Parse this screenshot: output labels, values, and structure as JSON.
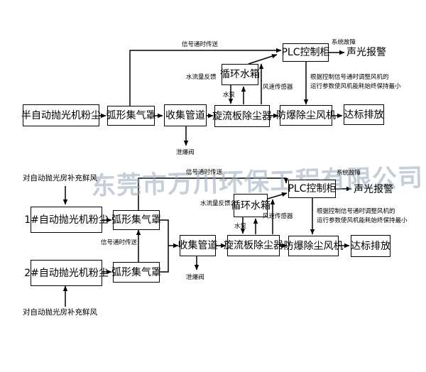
{
  "watermark": "东莞市万川环保工程有限公司",
  "top": {
    "source": "半自动抛光机粉尘",
    "hood": "弧形集气罩",
    "duct": "收集管道",
    "collector": "旋流板除尘器",
    "fan": "防爆除尘风机",
    "discharge": "达标排放",
    "plc": "PLC控制柜",
    "tank": "循环水箱",
    "alarm": "声光报警",
    "signal": "信号通时传送",
    "fault": "系统故障",
    "flow_feedback": "水流量反馈",
    "pump": "水泵",
    "speed_sensor": "风速传感器",
    "explosion_valve": "泄爆阀",
    "note": [
      "根据控制信号通时调整风机的",
      "运行参数使风机能耗始终保持最小"
    ]
  },
  "bottom": {
    "fresh_air_top": "对自动抛光房补充鲜风",
    "fresh_air_bottom": "对自动抛光房补充鲜风",
    "source1": "1#自动抛光机粉尘",
    "source2": "2#自动抛光机粉尘",
    "hood1": "弧形集气罩",
    "hood2": "弧形集气罩",
    "duct": "收集管道",
    "collector": "旋流板除尘器",
    "fan": "防爆除尘风机",
    "discharge": "达标排放",
    "plc": "PLC控制柜",
    "tank": "循环水箱",
    "alarm": "声光报警",
    "signal_top": "信号通时传送",
    "signal_mid": "信号通时传送",
    "fault": "系统故障",
    "flow_feedback": "水流量反馈",
    "pump": "水泵",
    "speed_sensor": "风速传感器",
    "explosion_valve": "泄爆阀",
    "note": [
      "根据控制信号通时调整风机的",
      "运行参数使风机能耗始终保持最小"
    ]
  }
}
